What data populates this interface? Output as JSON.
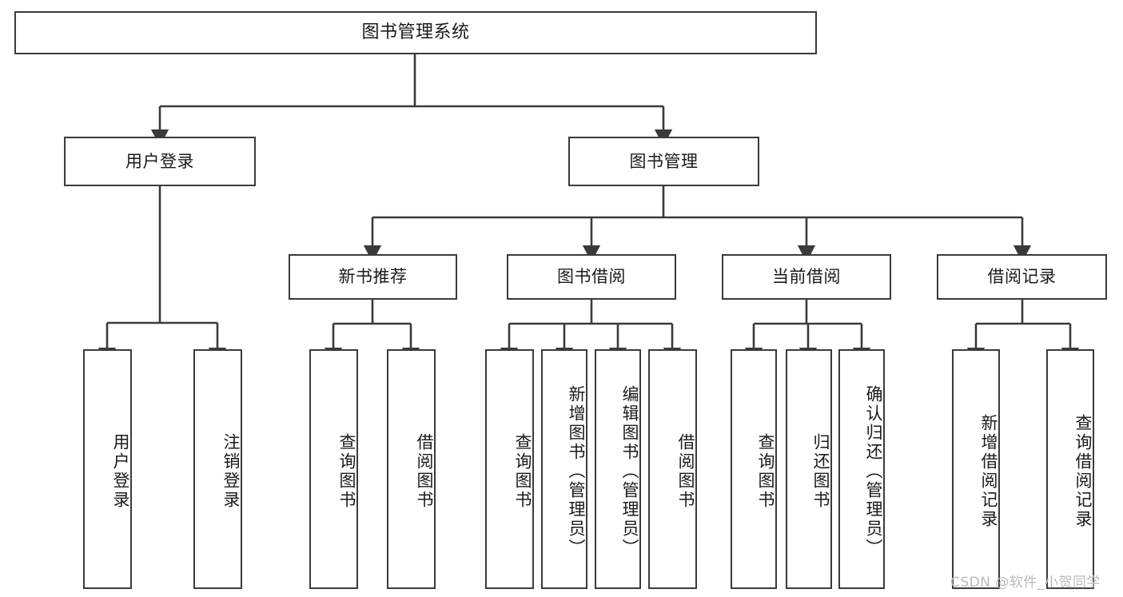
{
  "diagram": {
    "title": "图书管理系统",
    "type": "tree-hierarchy",
    "watermark": "CSDN @软件_小贺同学",
    "colors": {
      "stroke": "#3a3a3a",
      "fill": "#ffffff",
      "text": "#1a1a1a",
      "watermark": "#b9b9b9"
    },
    "levels": {
      "root": {
        "label": "图书管理系统"
      },
      "level2": [
        {
          "id": "n-user-login",
          "label": "用户登录"
        },
        {
          "id": "n-book-manage",
          "label": "图书管理"
        }
      ],
      "level3": [
        {
          "id": "n-new-book-rec",
          "label": "新书推荐"
        },
        {
          "id": "n-book-borrow",
          "label": "图书借阅"
        },
        {
          "id": "n-current-borrow",
          "label": "当前借阅"
        },
        {
          "id": "n-borrow-record",
          "label": "借阅记录"
        }
      ],
      "leaves": [
        {
          "id": "leaf-user-login",
          "label": "用户登录",
          "parent": "n-user-login"
        },
        {
          "id": "leaf-logout",
          "label": "注销登录",
          "parent": "n-user-login"
        },
        {
          "id": "leaf-query-book-1",
          "label": "查询图书",
          "parent": "n-new-book-rec"
        },
        {
          "id": "leaf-borrow-book-1",
          "label": "借阅图书",
          "parent": "n-new-book-rec"
        },
        {
          "id": "leaf-query-book-2",
          "label": "查询图书",
          "parent": "n-book-borrow"
        },
        {
          "id": "leaf-add-book",
          "label": "新增图书（管理员）",
          "parent": "n-book-borrow"
        },
        {
          "id": "leaf-edit-book",
          "label": "编辑图书（管理员）",
          "parent": "n-book-borrow"
        },
        {
          "id": "leaf-borrow-book-2",
          "label": "借阅图书",
          "parent": "n-book-borrow"
        },
        {
          "id": "leaf-query-book-3",
          "label": "查询图书",
          "parent": "n-current-borrow"
        },
        {
          "id": "leaf-return-book",
          "label": "归还图书",
          "parent": "n-current-borrow"
        },
        {
          "id": "leaf-confirm-return",
          "label": "确认归还（管理员）",
          "parent": "n-current-borrow"
        },
        {
          "id": "leaf-add-record",
          "label": "新增借阅记录",
          "parent": "n-borrow-record"
        },
        {
          "id": "leaf-query-record",
          "label": "查询借阅记录",
          "parent": "n-borrow-record"
        }
      ]
    }
  }
}
